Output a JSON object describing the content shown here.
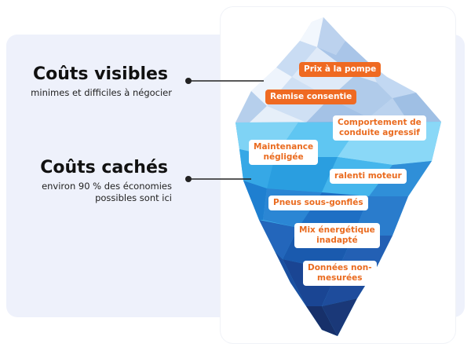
{
  "visible": {
    "title": "Coûts visibles",
    "subtitle": "minimes et difficiles à négocier"
  },
  "hidden": {
    "title": "Coûts cachés",
    "subtitle_line1": "environ 90 % des économies",
    "subtitle_line2": "possibles sont ici"
  },
  "tags": {
    "prix": "Prix à la pompe",
    "remise": "Remise consentie",
    "comportement_l1": "Comportement de",
    "comportement_l2": "conduite agressif",
    "maintenance_l1": "Maintenance",
    "maintenance_l2": "négligée",
    "ralenti": "ralenti moteur",
    "pneus": "Pneus sous-gonflés",
    "mix_l1": "Mix énergétique",
    "mix_l2": "inadapté",
    "donnees_l1": "Données non-",
    "donnees_l2": "mesurées"
  },
  "colors": {
    "accent": "#ef6a22",
    "background_panel": "#eef1fb",
    "ice_light": "#dce9f8",
    "water_light": "#49bff0",
    "water_deep": "#17306a"
  }
}
